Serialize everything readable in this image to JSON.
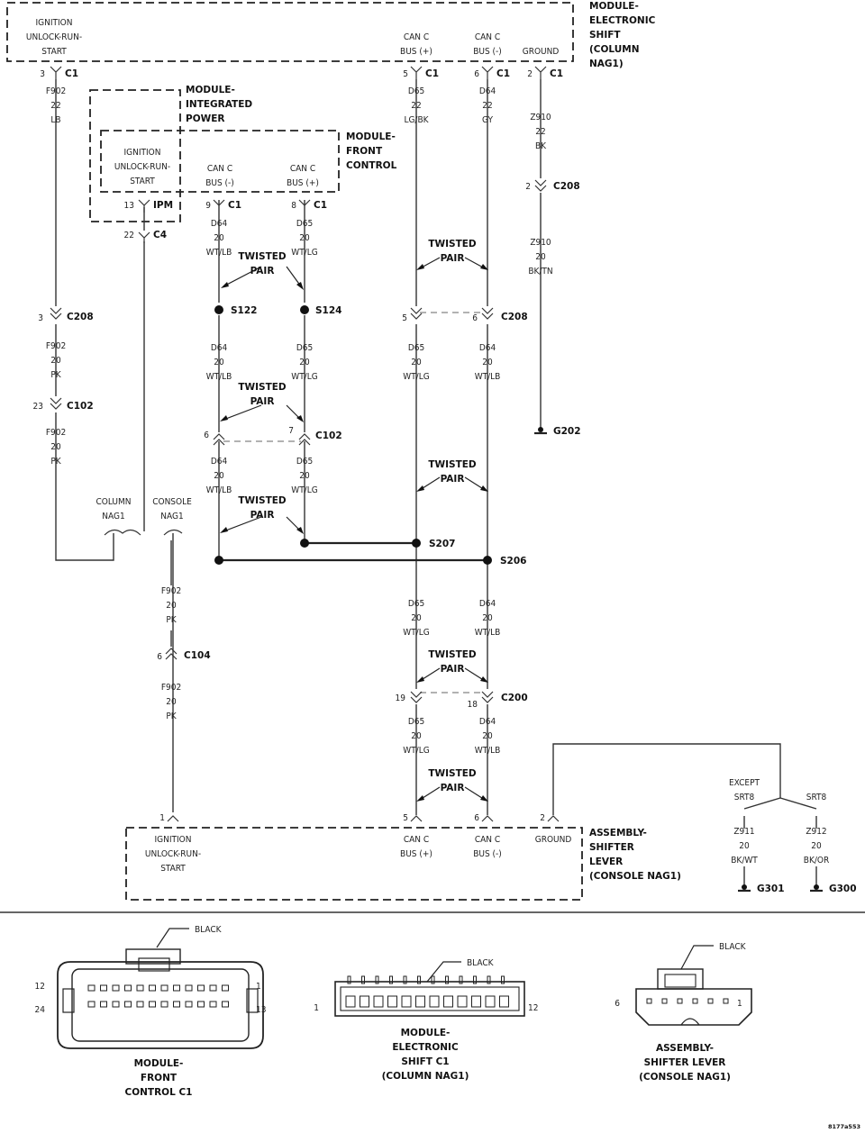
{
  "modules": {
    "esm": {
      "name": "MODULE-\nELECTRONIC\nSHIFT\n(COLUMN\nNAG1)",
      "pins": [
        "IGNITION\nUNLOCK-RUN-\nSTART",
        "CAN C\nBUS (+)",
        "CAN C\nBUS (-)",
        "GROUND"
      ]
    },
    "ipm": {
      "name": "MODULE-\nINTEGRATED\nPOWER"
    },
    "fcm": {
      "name": "MODULE-\nFRONT\nCONTROL",
      "pins": [
        "IGNITION\nUNLOCK-RUN-\nSTART",
        "CAN C\nBUS (-)",
        "CAN C\nBUS (+)"
      ]
    },
    "shifter": {
      "name": "ASSEMBLY-\nSHIFTER\nLEVER\n(CONSOLE NAG1)",
      "pins": [
        "IGNITION\nUNLOCK-RUN-\nSTART",
        "CAN C\nBUS (+)",
        "CAN C\nBUS (-)",
        "GROUND"
      ]
    }
  },
  "wires": {
    "f902_22": "F902\n22\nLB",
    "f902_20": "F902\n20\nPK",
    "d65_22": "D65\n22\nLG/BK",
    "d64_22": "D64\n22\nGY",
    "z910_22": "Z910\n22\nBK",
    "z910_20": "Z910\n20\nBK/TN",
    "d64_20_wtlb": "D64\n20\nWT/LB",
    "d65_20_wtlg": "D65\n20\nWT/LG",
    "z911": "Z911\n20\nBK/WT",
    "z912": "Z912\n20\nBK/OR"
  },
  "connectors": {
    "c1": "C1",
    "ipm": "IPM",
    "c4": "C4",
    "c208": "C208",
    "c102": "C102",
    "c104": "C104",
    "c200": "C200"
  },
  "pin_numbers": {
    "esm_ign": "3",
    "esm_canp": "5",
    "esm_canm": "6",
    "esm_gnd": "2",
    "ipm": "13",
    "c4": "22",
    "fcm_canm": "9",
    "fcm_canp": "8",
    "c208_z910": "2",
    "c208_f902": "3",
    "c208_d65": "5",
    "c208_d64": "6",
    "c102_f902": "23",
    "c102_d64": "6",
    "c102_d65": "7",
    "c104": "6",
    "c200_d65": "19",
    "c200_d64": "18",
    "sh_ign": "1",
    "sh_canp": "5",
    "sh_canm": "6",
    "sh_gnd": "2"
  },
  "splices": {
    "s122": "S122",
    "s124": "S124",
    "s207": "S207",
    "s206": "S206"
  },
  "grounds": {
    "g202": "G202",
    "g301": "G301",
    "g300": "G300"
  },
  "twisted_pair": "TWISTED\nPAIR",
  "branch": {
    "column": "COLUMN\nNAG1",
    "console": "CONSOLE\nNAG1",
    "except_srt8": "EXCEPT\nSRT8",
    "srt8": "SRT8"
  },
  "views": {
    "fcm": {
      "title": "MODULE-\nFRONT\nCONTROL C1",
      "color": "BLACK",
      "pins": [
        "12",
        "1",
        "24",
        "13"
      ]
    },
    "esm": {
      "title": "MODULE-\nELECTRONIC\nSHIFT C1\n(COLUMN NAG1)",
      "color": "BLACK",
      "pins": [
        "1",
        "12"
      ]
    },
    "shifter": {
      "title": "ASSEMBLY-\nSHIFTER LEVER\n(CONSOLE NAG1)",
      "color": "BLACK",
      "pins": [
        "6",
        "1"
      ]
    }
  },
  "figure_id": "8177a553"
}
